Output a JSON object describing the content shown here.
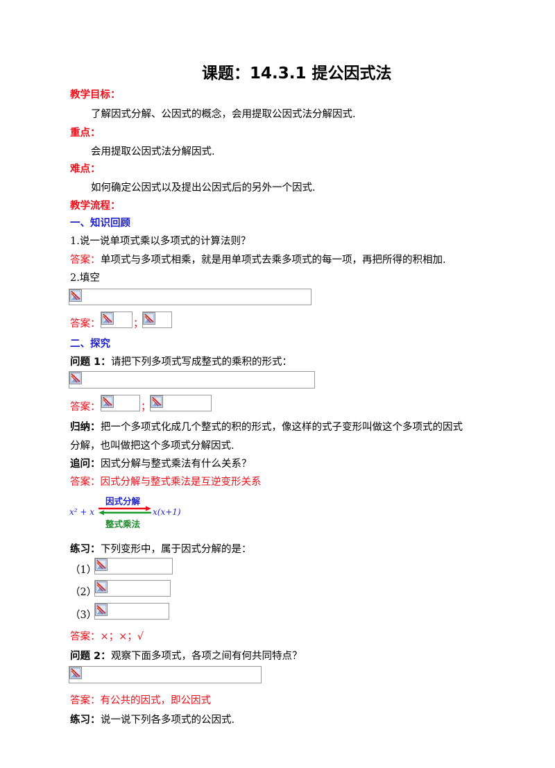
{
  "title": "课题：14.3.1 提公因式法",
  "sections": {
    "goal_label": "教学目标：",
    "goal_text": "了解因式分解、公因式的概念，会用提取公因式法分解因式.",
    "key_label": "重点：",
    "key_text": "会用提取公因式法分解因式.",
    "difficulty_label": "难点：",
    "difficulty_text": "如何确定公因式以及提出公因式后的另外一个因式.",
    "process_label": "教学流程："
  },
  "review": {
    "heading": "一、知识回顾",
    "q1": "1.说一说单项式乘以多项式的计算法则？",
    "answer_label": "答案：",
    "a1": "单项式与多项式相乘，就是用单项式去乘多项式的每一项，再把所得的积相加.",
    "q2": "2.填空",
    "a2_label": "答案：",
    "a2_sep": "；"
  },
  "explore": {
    "heading": "二、探究",
    "p1_label": "问题 1：",
    "p1_text": "请把下列多项式写成整式的乘积的形式：",
    "a1_label": "答案：",
    "a1_sep": "；",
    "summary_label": "归纳：",
    "summary_line1": "把一个多项式化成几个整式的积的形式，像这样的式子变形叫做这个多项式的因式",
    "summary_line2": "分解，也叫做把这个多项式分解因式.",
    "followup_label": "追问：",
    "followup_text": "因式分解与整式乘法有什么关系？",
    "followup_answer": "答案：因式分解与整式乘法是互逆变形关系",
    "diagram": {
      "left_expr": "x² + x",
      "right_expr": "x(x+1)",
      "top_label": "因式分解",
      "bottom_label": "整式乘法",
      "top_color": "#e8101a",
      "bottom_color": "#1a9a2a"
    },
    "practice_label": "练习：",
    "practice_text": "下列变形中，属于因式分解的是：",
    "items": [
      "（1）",
      "（2）",
      "（3）"
    ],
    "practice_answer": "答案：×；×；√",
    "p2_label": "问题 2：",
    "p2_text": "观察下面多项式，各项之间有何共同特点？",
    "p2_answer": "答案：有公共的因式，即公因式",
    "practice2_label": "练习：",
    "practice2_text": "说一说下列各多项式的公因式."
  },
  "icons": {
    "image_placeholder": "broken-image-icon"
  }
}
